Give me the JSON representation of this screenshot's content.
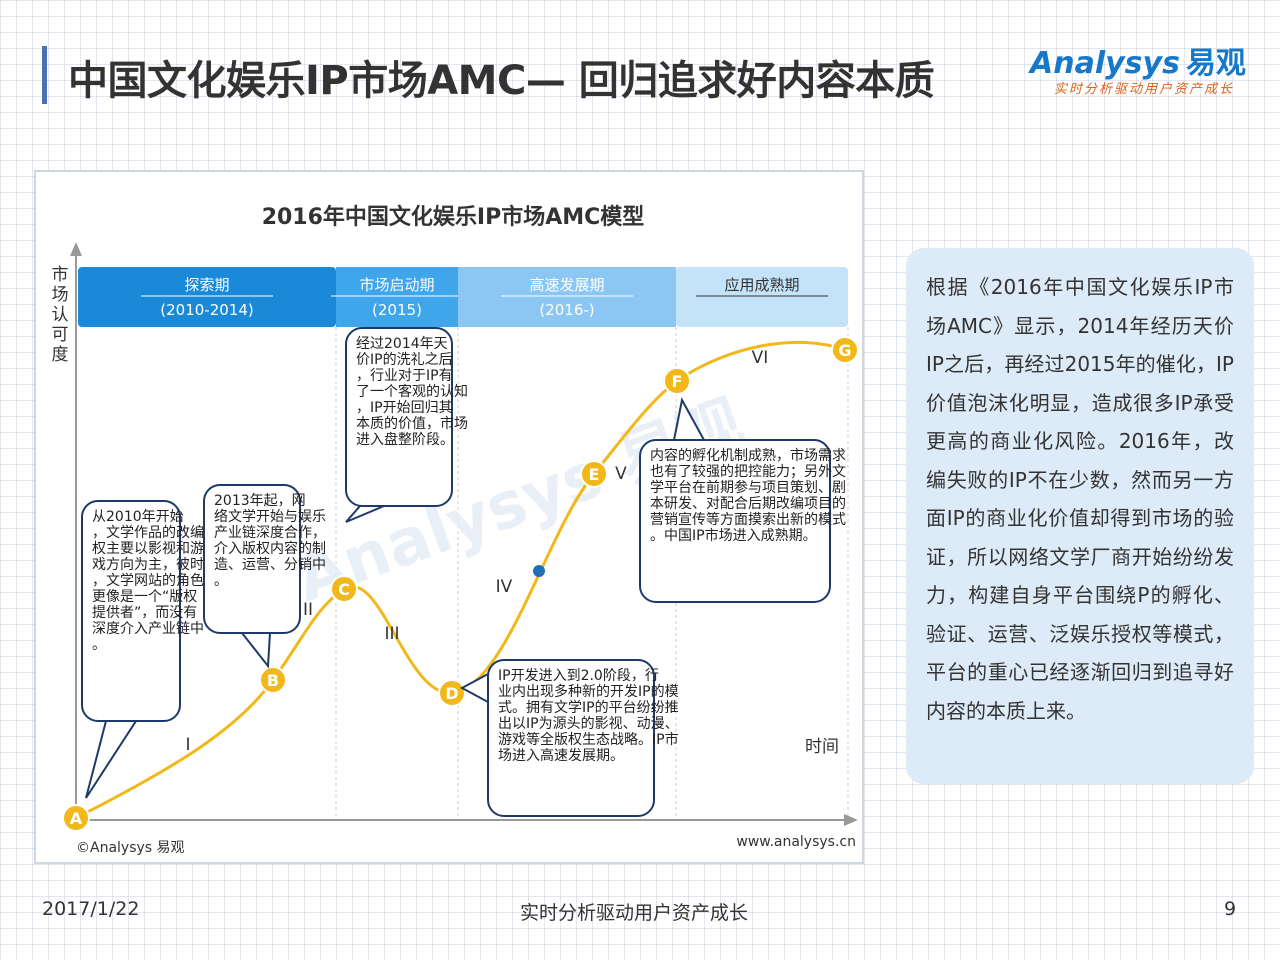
{
  "header": {
    "title": "中国文化娱乐IP市场AMC— 回归追求好内容本质",
    "logo_text": "nalysys",
    "logo_cn": "易观",
    "logo_tagline": "实时分析驱动用户资产成长"
  },
  "colors": {
    "accent_blue": "#1a8ad8",
    "curve": "#f2b81a",
    "point": "#f2b81a"
  },
  "chart_data": {
    "type": "line",
    "title": "2016年中国文化娱乐IP市场AMC模型",
    "ylabel": "市场认可度",
    "xlabel": "时间",
    "phases": [
      {
        "name": "探索期",
        "period": "(2010-2014)"
      },
      {
        "name": "市场启动期",
        "period": "(2015)"
      },
      {
        "name": "高速发展期",
        "period": "(2016-)"
      },
      {
        "name": "应用成熟期",
        "period": ""
      }
    ],
    "points": [
      {
        "label": "A"
      },
      {
        "label": "B"
      },
      {
        "label": "C"
      },
      {
        "label": "D"
      },
      {
        "label": "E"
      },
      {
        "label": "F"
      },
      {
        "label": "G"
      }
    ],
    "current_marker": true,
    "segments": [
      "I",
      "II",
      "III",
      "IV",
      "V",
      "VI"
    ],
    "callouts": [
      "从2010年开始，文学作品的改编权主要以影视和游戏方向为主，彼时，文学网站的角色更像是一个“版权提供者”，而没有深度介入产业链中。",
      "2013年起，网络文学开始与娱乐产业链深度合作，介入版权内容的制造、运营、分销中。",
      "经过2014年天价IP的洗礼之后，行业对于IP有了一个客观的认知，IP开始回归其本质的价值，市场进入盘整阶段。",
      "IP开发进入到2.0阶段，行业内出现多种新的开发IP的模式。拥有文学IP的平台纷纷推出以IP为源头的影视、动漫、游戏等全版权生态战略。IP市场进入高速发展期。",
      "内容的孵化机制成熟，市场需求也有了较强的把控能力；另外文学平台在前期参与项目策划、剧本研发、对配合后期改编项目的营销宣传等方面摸索出新的模式。中国IP市场进入成熟期。"
    ],
    "source_left": "©Analysys 易观",
    "source_right": "www.analysys.cn",
    "watermark": "Analysys 易观"
  },
  "side_panel": {
    "text": "根据《2016年中国文化娱乐IP市场AMC》显示，2014年经历天价IP之后，再经过2015年的催化，IP价值泡沫化明显，造成很多IP承受更高的商业化风险。2016年，改编失败的IP不在少数，然而另一方面IP的商业化价值却得到市场的验证，所以网络文学厂商开始纷纷发力，构建自身平台围绕P的孵化、验证、运营、泛娱乐授权等模式，平台的重心已经逐渐回归到追寻好内容的本质上来。"
  },
  "footer": {
    "date": "2017/1/22",
    "center": "实时分析驱动用户资产成长",
    "page": "9"
  }
}
